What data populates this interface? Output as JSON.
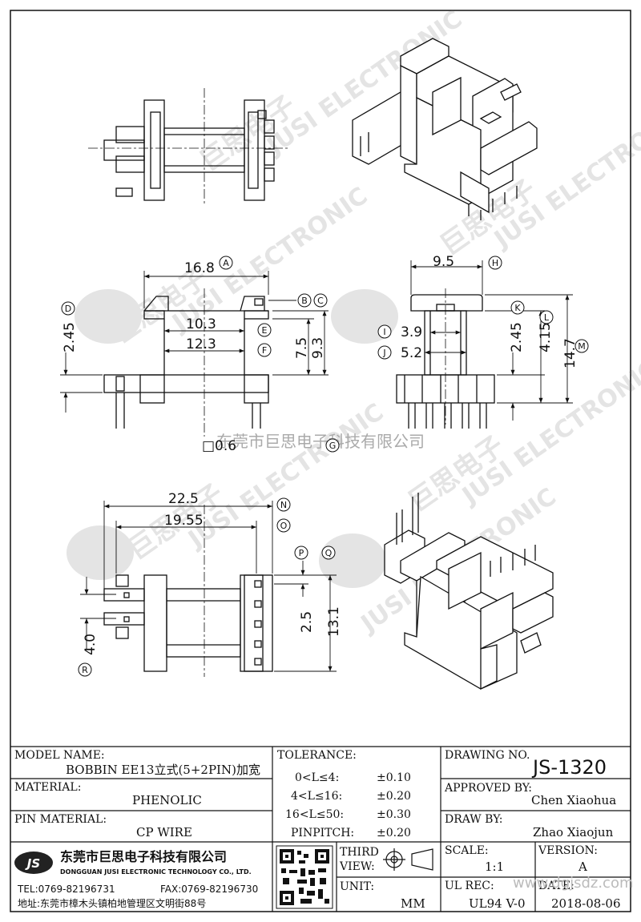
{
  "watermark": {
    "logo": "JS",
    "cn": "巨思电子",
    "en": "JUSI ELECTRONIC",
    "overlay_cn": "东莞市巨思电子科技有限公司"
  },
  "dimensions": {
    "d_16_8": "16.8",
    "d_10_3": "10.3",
    "d_12_3": "12.3",
    "d_2_45_left": "2.45",
    "d_7_5": "7.5",
    "d_9_3": "9.3",
    "d_sq": "□0.6",
    "d_9_5": "9.5",
    "d_3_9": "3.9",
    "d_5_2": "5.2",
    "d_2_45_right": "2.45",
    "d_4_15": "4.15",
    "d_14_7": "14.7",
    "d_22_5": "22.5",
    "d_19_55": "19.55",
    "d_4_0": "4.0",
    "d_2_5": "2.5",
    "d_13_1": "13.1"
  },
  "balloons": {
    "A": "A",
    "B": "B",
    "C": "C",
    "D": "D",
    "E": "E",
    "F": "F",
    "G": "G",
    "H": "H",
    "I": "I",
    "J": "J",
    "K": "K",
    "L": "L",
    "M": "M",
    "N": "N",
    "O": "O",
    "P": "P",
    "Q": "Q",
    "R": "R"
  },
  "title_block": {
    "model_name_label": "MODEL NAME:",
    "model_name_value": "BOBBIN EE13立式(5+2PIN)加宽",
    "material_label": "MATERIAL:",
    "material_value": "PHENOLIC",
    "pin_material_label": "PIN MATERIAL:",
    "pin_material_value": "CP WIRE",
    "tolerance_label": "TOLERANCE:",
    "tolerances": [
      {
        "range": "0<L≤4:",
        "value": "±0.10"
      },
      {
        "range": "4<L≤16:",
        "value": "±0.20"
      },
      {
        "range": "16<L≤50:",
        "value": "±0.30"
      },
      {
        "range": "PINPITCH:",
        "value": "±0.20"
      }
    ],
    "drawing_no_label": "DRAWING NO.",
    "drawing_no_value": "JS-1320",
    "approved_by_label": "APPROVED BY:",
    "approved_by_value": "Chen Xiaohua",
    "draw_by_label": "DRAW BY:",
    "draw_by_value": "Zhao Xiaojun",
    "company_logo": "JS",
    "company_cn": "东莞市巨思电子科技有限公司",
    "company_en": "DONGGUAN JUSI ELECTRONIC TECHNOLOGY CO., LTD.",
    "tel": "TEL:0769-82196731",
    "fax": "FAX:0769-82196730",
    "address": "地址:东莞市樟木头镇柏地管理区文明街88号",
    "third_view_label_1": "THIRD",
    "third_view_label_2": "VIEW:",
    "unit_label": "UNIT:",
    "unit_value": "MM",
    "scale_label": "SCALE:",
    "scale_value": "1:1",
    "version_label": "VERSION:",
    "version_value": "A",
    "ul_rec_label": "UL REC:",
    "ul_rec_value": "UL94 V-0",
    "date_label": "DATE:",
    "date_value": "2018-08-06",
    "website_watermark": "www.dgjsdz.com"
  }
}
